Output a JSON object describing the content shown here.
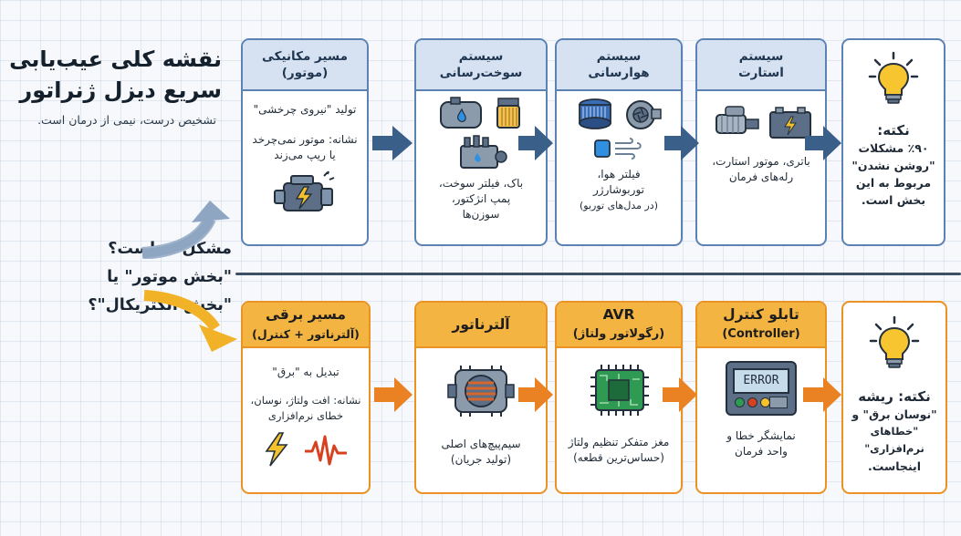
{
  "header": {
    "title_line1": "نقشه کلی عیب‌یابی",
    "title_line2": "سریع دیزل ژنراتور",
    "subtitle": "تشخیص درست، نیمی از درمان است."
  },
  "question": {
    "line1": "مشکل کجاست؟",
    "line2": "\"بخش موتور\" یا",
    "line3": "\"بخش الکتریکال\"؟"
  },
  "mechanical_row": {
    "cards": [
      {
        "title_line1": "مسیر مکانیکی",
        "title_line2": "(موتور)",
        "desc": "تولید \"نیروی چرخشی\"",
        "sign_line1": "نشانه: موتور نمی‌چرخد",
        "sign_line2": "یا ریپ می‌زند",
        "icon": "engine-check-icon"
      },
      {
        "title_line1": "سیستم",
        "title_line2": "سوخت‌رسانی",
        "desc_line1": "باک، فیلتر سوخت،",
        "desc_line2": "پمپ انژکتور،",
        "desc_line3": "سوزن‌ها",
        "icons": [
          "fuel-tank-icon",
          "fuel-filter-icon",
          "injection-pump-icon"
        ]
      },
      {
        "title_line1": "سیستم",
        "title_line2": "هوارسانی",
        "desc_line1": "فیلتر هوا،",
        "desc_line2": "توربوشارژر",
        "desc_line3": "(در مدل‌های توربو)",
        "icons": [
          "air-filter-icon",
          "turbocharger-icon",
          "air-intake-icon"
        ]
      },
      {
        "title_line1": "سیستم",
        "title_line2": "استارت",
        "desc_line1": "باتری، موتور استارت،",
        "desc_line2": "رله‌های فرمان",
        "icons": [
          "battery-icon",
          "starter-motor-icon"
        ]
      }
    ],
    "tip": {
      "lead": "نکته:",
      "line1": "٪۹۰ مشکلات",
      "line2": "\"روشن نشدن\"",
      "line3": "مربوط به این",
      "line4": "بخش است."
    }
  },
  "electrical_row": {
    "cards": [
      {
        "title_line1": "مسیر برقی",
        "title_line2": "(آلترناتور + کنترل)",
        "desc": "تبدیل به \"برق\"",
        "sign_line1": "نشانه: افت ولتاژ، نوسان،",
        "sign_line2": "خطای نرم‌افزاری",
        "icons": [
          "lightning-icon",
          "wave-icon"
        ]
      },
      {
        "title_line1": "آلترناتور",
        "desc_line1": "سیم‌پیچ‌های اصلی",
        "desc_line2": "(تولید جریان)",
        "icon": "alternator-icon"
      },
      {
        "title_line1": "AVR",
        "title_line2": "(رگولاتور ولتاژ)",
        "desc_line1": "مغز متفکر تنظیم ولتاژ",
        "desc_line2": "(حساس‌ترین قطعه)",
        "icon": "chip-icon"
      },
      {
        "title_line1": "تابلو کنترل",
        "title_line2": "(Controller)",
        "desc_line1": "نمایشگر خطا و",
        "desc_line2": "واحد فرمان",
        "screen_text": "ERROR",
        "icon": "controller-icon"
      }
    ],
    "tip": {
      "lead": "نکته: ریشه",
      "line1": "\"نوسان برق\" و",
      "line2": "\"خطاهای نرم‌افزاری\"",
      "line3": "اینجاست."
    }
  },
  "colors": {
    "blue_border": "#5b82b3",
    "blue_header": "#d6e2f1",
    "orange_border": "#ea9224",
    "orange_header": "#f4b441",
    "arrow_blue": "#3a5f88",
    "arrow_orange": "#ea8224"
  }
}
